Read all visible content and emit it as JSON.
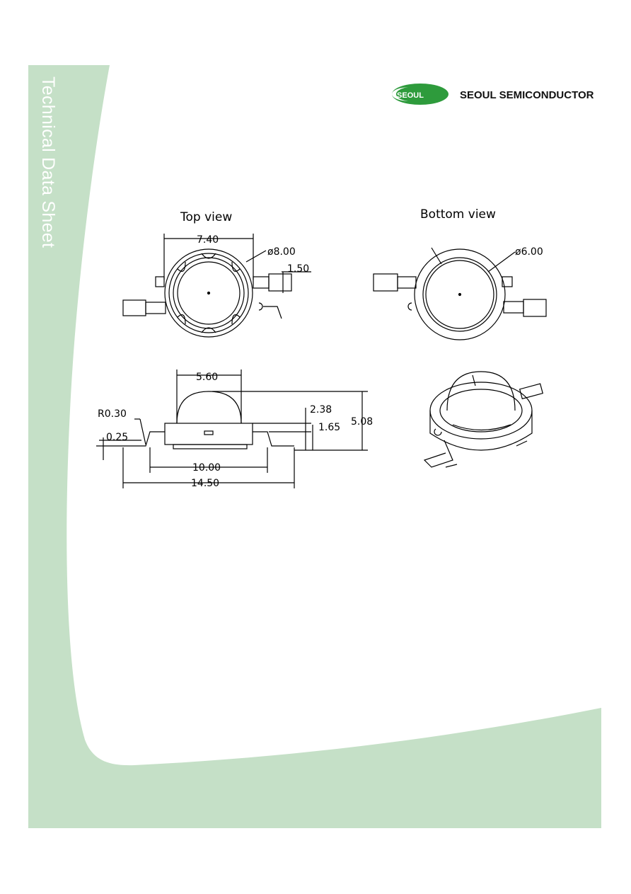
{
  "sidebar": {
    "title": "Technical Data Sheet"
  },
  "brand": {
    "badge": "SEOUL",
    "name": "SEOUL SEMICONDUCTOR",
    "color": "#2e9b3c"
  },
  "background": {
    "band_color": "#c5e0c7"
  },
  "drawing": {
    "top_view": {
      "title": "Top view",
      "dims": {
        "width": "7.40",
        "outer_dia": "ø8.00",
        "lead_width": "1.50"
      }
    },
    "bottom_view": {
      "title": "Bottom view",
      "dims": {
        "inner_dia": "ø6.00"
      }
    },
    "side_view": {
      "dims": {
        "lens_width": "5.60",
        "radius": "R0.30",
        "lead_thickness": "0.25",
        "height_a": "2.38",
        "height_b": "1.65",
        "total_height": "5.08",
        "body_width": "10.00",
        "total_length": "14.50"
      }
    }
  }
}
